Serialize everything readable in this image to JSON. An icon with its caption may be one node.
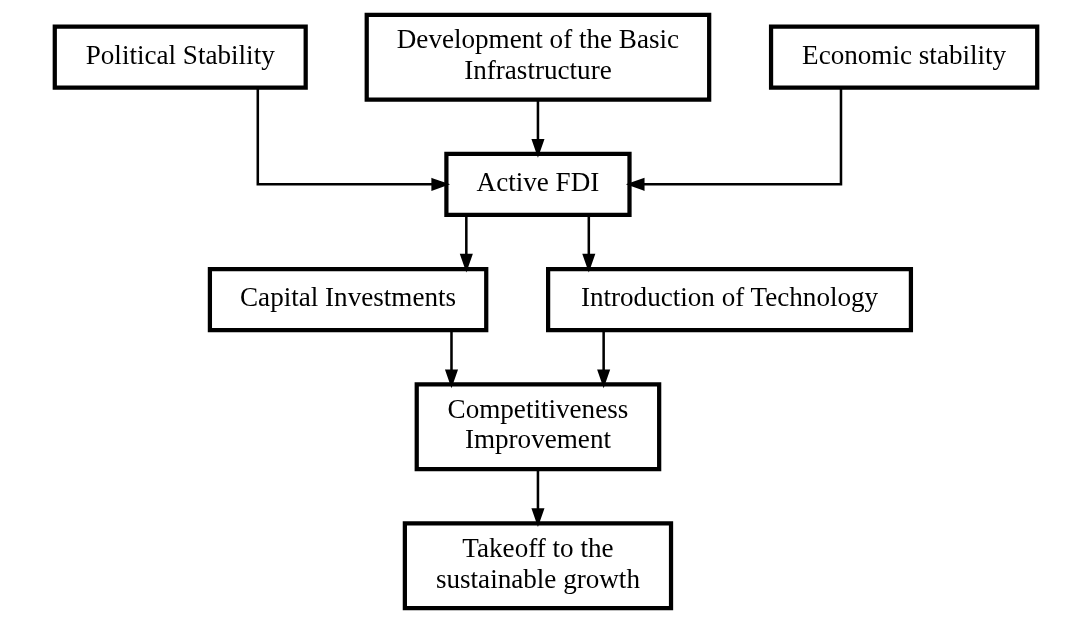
{
  "diagram": {
    "nodes": [
      {
        "text": [
          "Political Stability"
        ]
      },
      {
        "text": [
          "Development of the Basic Infrastructure"
        ]
      },
      {
        "text": [
          "Economic stability"
        ]
      },
      {
        "text": [
          "Active FDI"
        ]
      },
      {
        "text": [
          "Capital Investments"
        ]
      },
      {
        "text": [
          "Introduction of Technology"
        ]
      },
      {
        "text": [
          "Competitiveness Improvement"
        ]
      },
      {
        "text": [
          "Takeoff to the sustainable growth"
        ]
      }
    ],
    "edges": [
      {
        "from": 0,
        "to": 3,
        "arrow": "to"
      },
      {
        "from": 1,
        "to": 3,
        "arrow": "to"
      },
      {
        "from": 2,
        "to": 3,
        "arrow": "to"
      },
      {
        "from": 3,
        "to": 4,
        "arrow": "to"
      },
      {
        "from": 3,
        "to": 5,
        "arrow": "to"
      },
      {
        "from": 4,
        "to": 6,
        "arrow": "to"
      },
      {
        "from": 5,
        "to": 6,
        "arrow": "to"
      },
      {
        "from": 6,
        "to": 7,
        "arrow": "to"
      }
    ]
  }
}
